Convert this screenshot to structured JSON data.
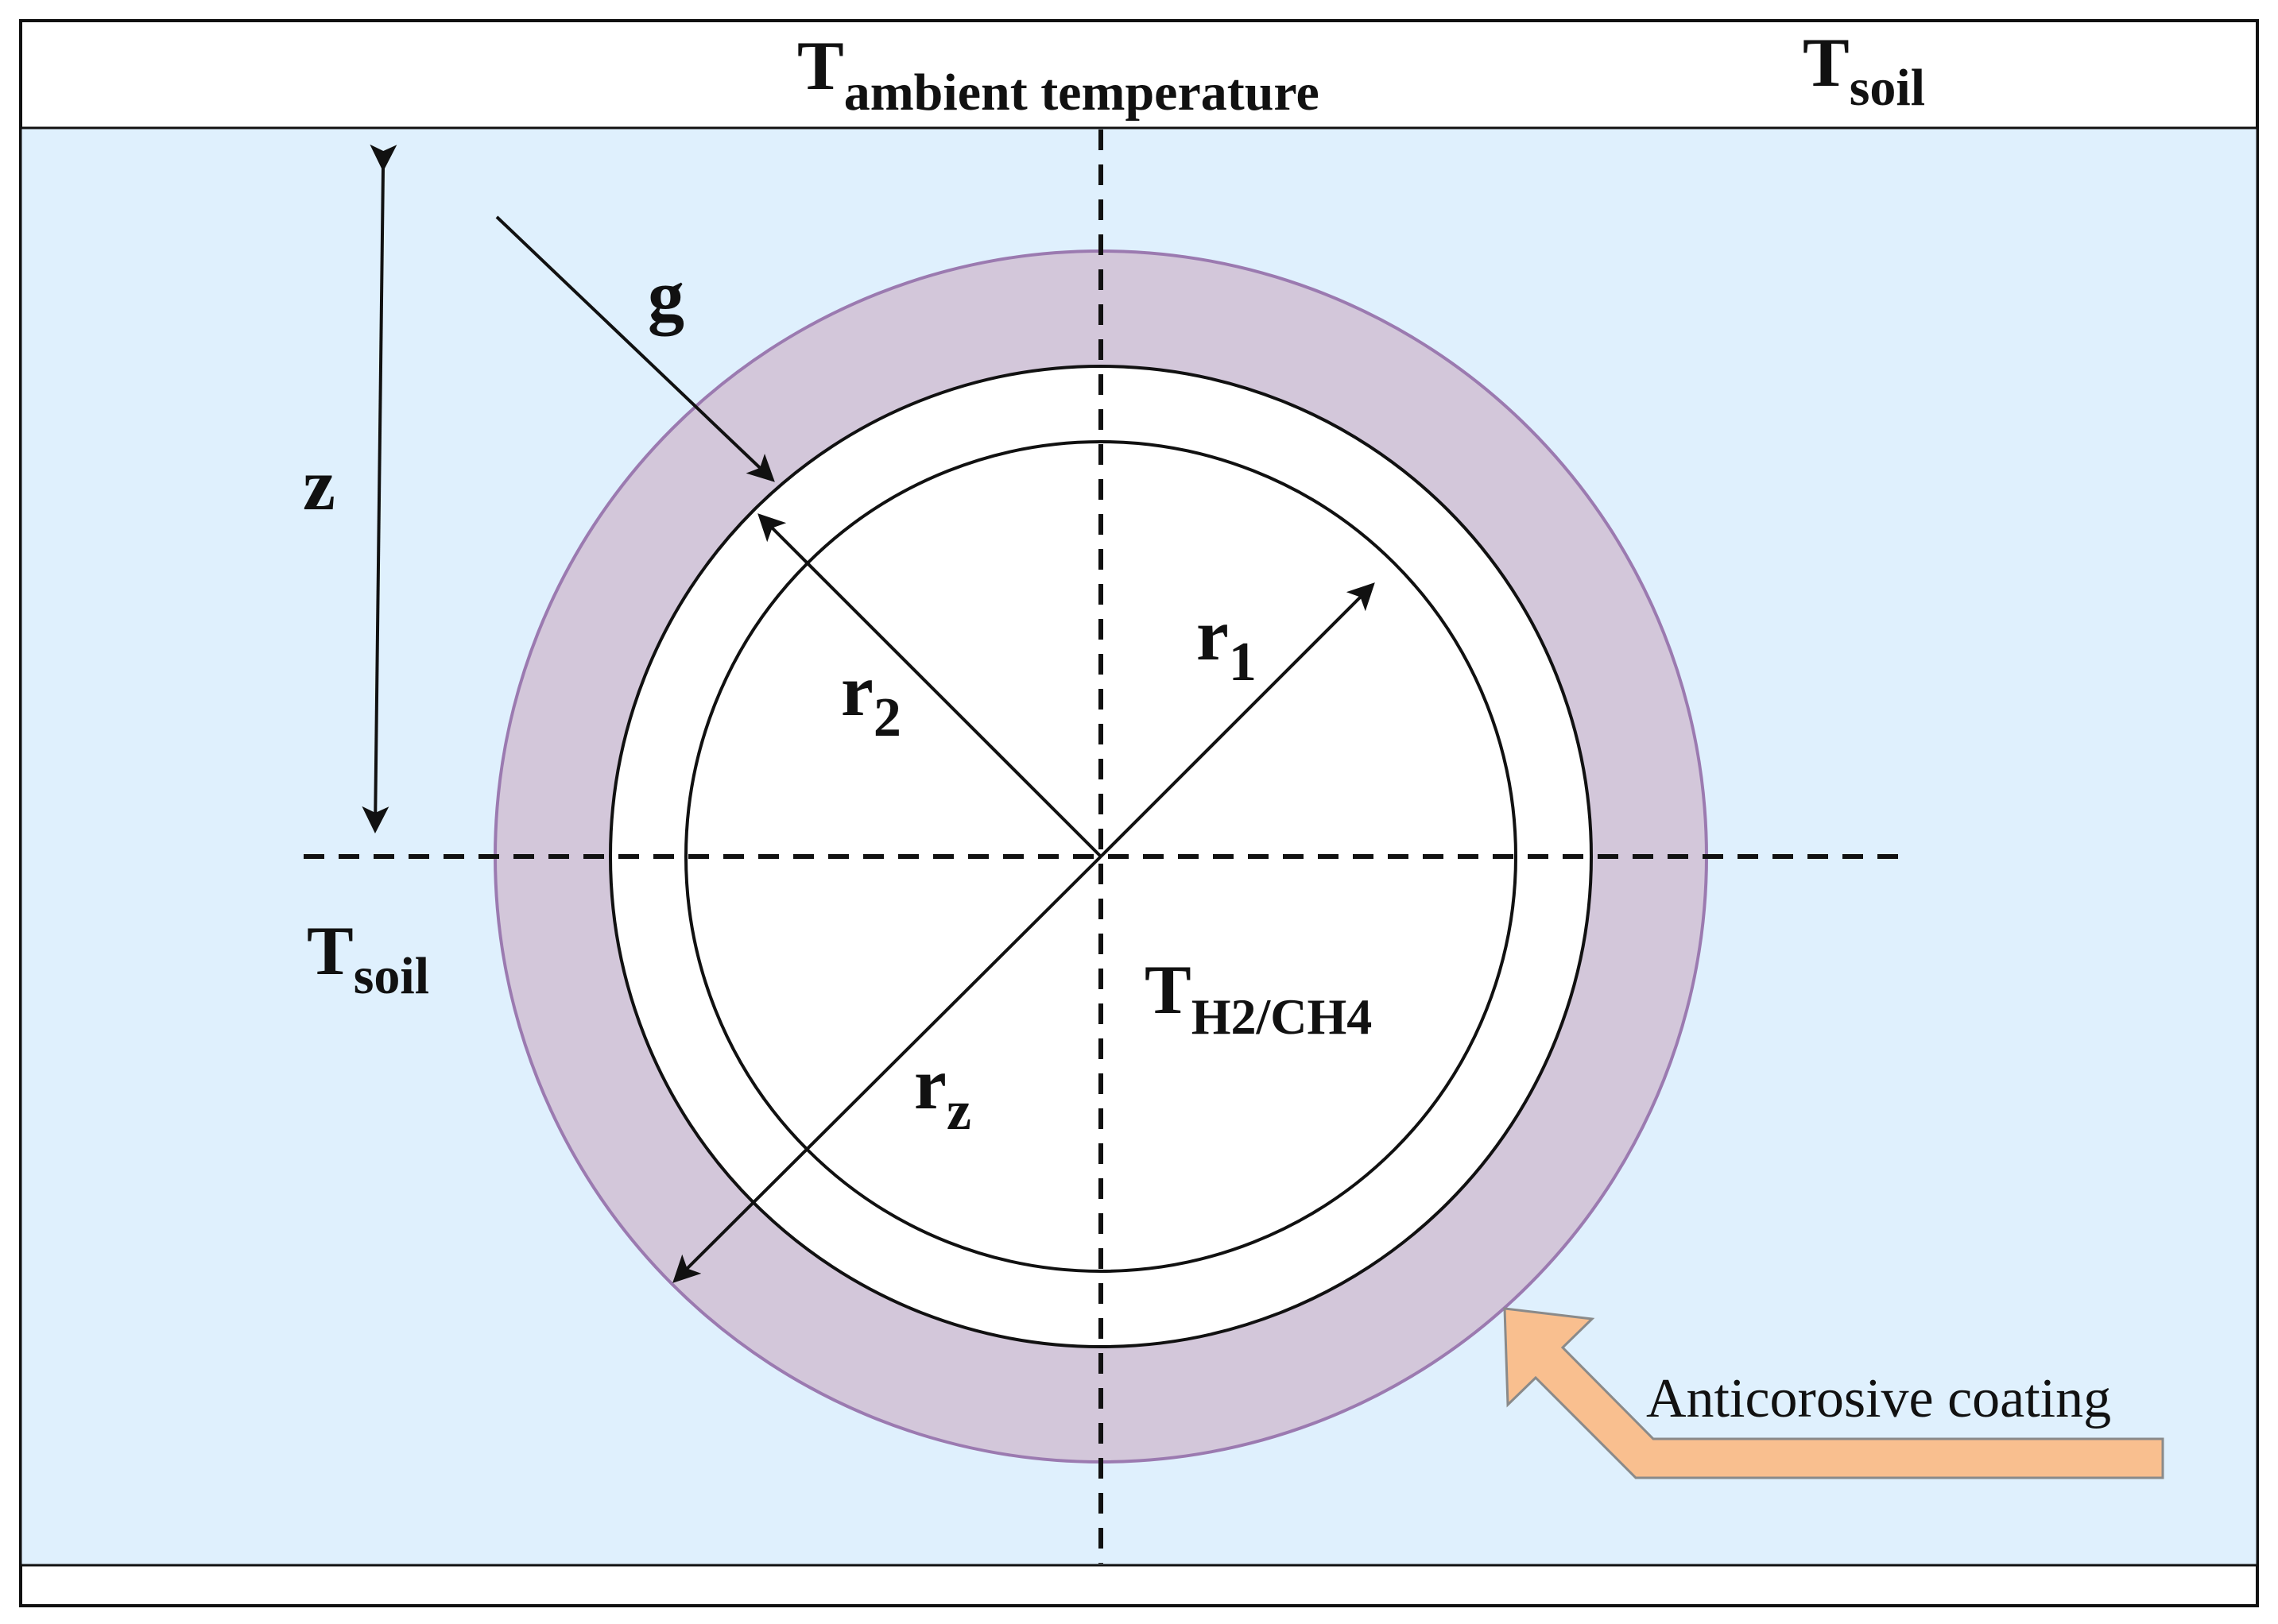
{
  "labels": {
    "t_ambient": {
      "main": "T",
      "sub": "ambient temperature"
    },
    "t_soil_top": {
      "main": "T",
      "sub": "soil"
    },
    "t_soil_left": {
      "main": "T",
      "sub": "soil"
    },
    "t_fluid": {
      "main": "T",
      "sub": "H2/CH4"
    },
    "g": "g",
    "z": "z",
    "r1": {
      "main": "r",
      "sub": "1"
    },
    "r2": {
      "main": "r",
      "sub": "2"
    },
    "rz": {
      "main": "r",
      "sub": "z"
    },
    "coating": "Anticorosive coating"
  },
  "colors": {
    "soil": "#dff0fd",
    "coating": "#d3c7da",
    "coating_stroke": "#9b7ab0",
    "pipe_wall": "#ffffff",
    "line": "#111111",
    "callout_arrow": "#f9bf8f",
    "callout_arrow_stroke": "#8a8a8a"
  }
}
